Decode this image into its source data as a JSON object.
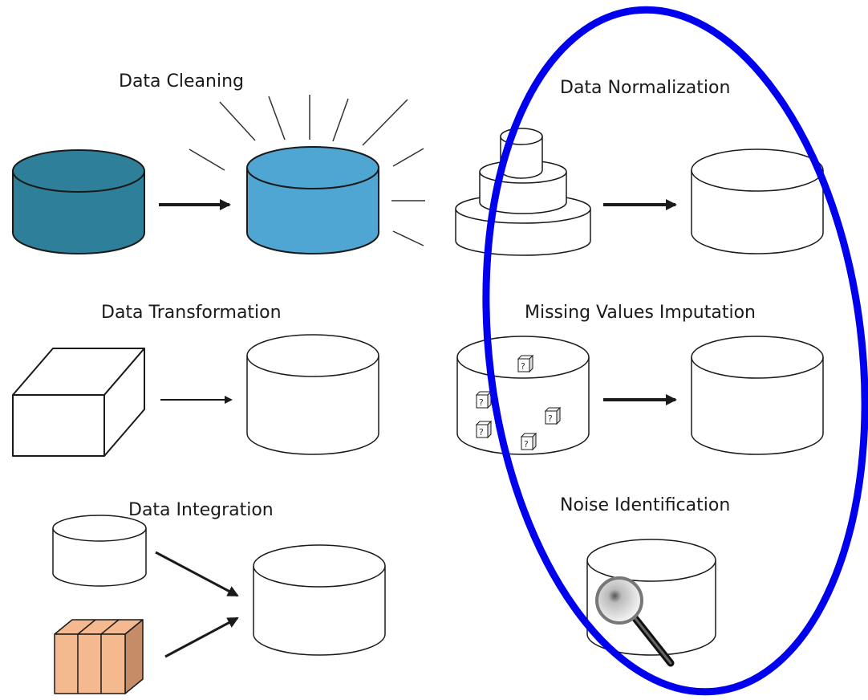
{
  "labels": {
    "data_cleaning": "Data Cleaning",
    "data_normalization": "Data Normalization",
    "data_transformation": "Data Transformation",
    "missing_values_imputation": "Missing Values Imputation",
    "data_integration": "Data Integration",
    "noise_identification": "Noise Identification"
  },
  "missing_value_marker": "?",
  "colors": {
    "dark_teal_cylinder": "#2e7f9a",
    "light_blue_cylinder": "#4fa6d3",
    "orange_box": "#f4b98f",
    "orange_box_side": "#c48d68",
    "highlight_ellipse": "#0000ee",
    "outline": "#1a1a1a"
  }
}
